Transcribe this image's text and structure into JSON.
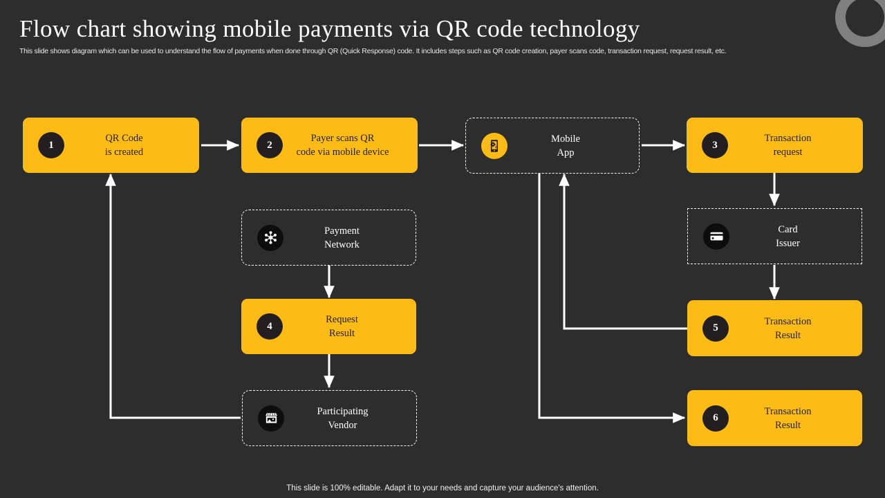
{
  "slide": {
    "title": "Flow chart showing mobile payments via QR code technology",
    "subtitle": "This slide shows diagram which can be used to understand the flow of payments when done through QR (Quick Response) code. It includes steps such as QR code creation, payer scans code, transaction request, request result, etc.",
    "footer": "This slide is 100% editable. Adapt it to your needs and capture your audience's attention.",
    "background_color": "#2d2d2d",
    "accent_color": "#fcbc15",
    "text_color": "#ffffff",
    "decoration": {
      "name": "corner-ring",
      "color": "#808080"
    }
  },
  "nodes": [
    {
      "id": "qr-code-created",
      "style": "solid",
      "badge": "1",
      "icon": null,
      "label": "QR Code\nis created"
    },
    {
      "id": "payer-scans",
      "style": "solid",
      "badge": "2",
      "icon": null,
      "label": "Payer scans QR\ncode via mobile  device"
    },
    {
      "id": "mobile-app",
      "style": "dashed",
      "badge": null,
      "icon": "mobile-payment-icon",
      "label": "Mobile\nApp"
    },
    {
      "id": "transaction-request",
      "style": "solid",
      "badge": "3",
      "icon": null,
      "label": "Transaction\nrequest"
    },
    {
      "id": "card-issuer",
      "style": "dashed-square",
      "badge": null,
      "icon": "credit-card-icon",
      "label": "Card\nIssuer"
    },
    {
      "id": "payment-network",
      "style": "dashed",
      "badge": null,
      "icon": "network-hub-icon",
      "label": "Payment\nNetwork"
    },
    {
      "id": "request-result",
      "style": "solid",
      "badge": "4",
      "icon": null,
      "label": "Request\nResult"
    },
    {
      "id": "transaction-result-5",
      "style": "solid",
      "badge": "5",
      "icon": null,
      "label": "Transaction\nResult"
    },
    {
      "id": "participating-vendor",
      "style": "dashed",
      "badge": null,
      "icon": "storefront-icon",
      "label": "Participating\nVendor"
    },
    {
      "id": "transaction-result-6",
      "style": "solid",
      "badge": "6",
      "icon": null,
      "label": "Transaction\nResult"
    }
  ],
  "connectors": [
    {
      "from": "qr-code-created",
      "to": "payer-scans",
      "direction": "right"
    },
    {
      "from": "payer-scans",
      "to": "mobile-app",
      "direction": "right"
    },
    {
      "from": "mobile-app",
      "to": "transaction-request",
      "direction": "right"
    },
    {
      "from": "transaction-request",
      "to": "card-issuer",
      "direction": "down"
    },
    {
      "from": "card-issuer",
      "to": "transaction-result-5",
      "direction": "down"
    },
    {
      "from": "transaction-result-5",
      "to": "mobile-app",
      "direction": "left-up"
    },
    {
      "from": "mobile-app",
      "to": "transaction-result-6",
      "direction": "down-right"
    },
    {
      "from": "payment-network",
      "to": "request-result",
      "direction": "down"
    },
    {
      "from": "request-result",
      "to": "participating-vendor",
      "direction": "down"
    },
    {
      "from": "participating-vendor",
      "to": "qr-code-created",
      "direction": "left-up"
    }
  ]
}
